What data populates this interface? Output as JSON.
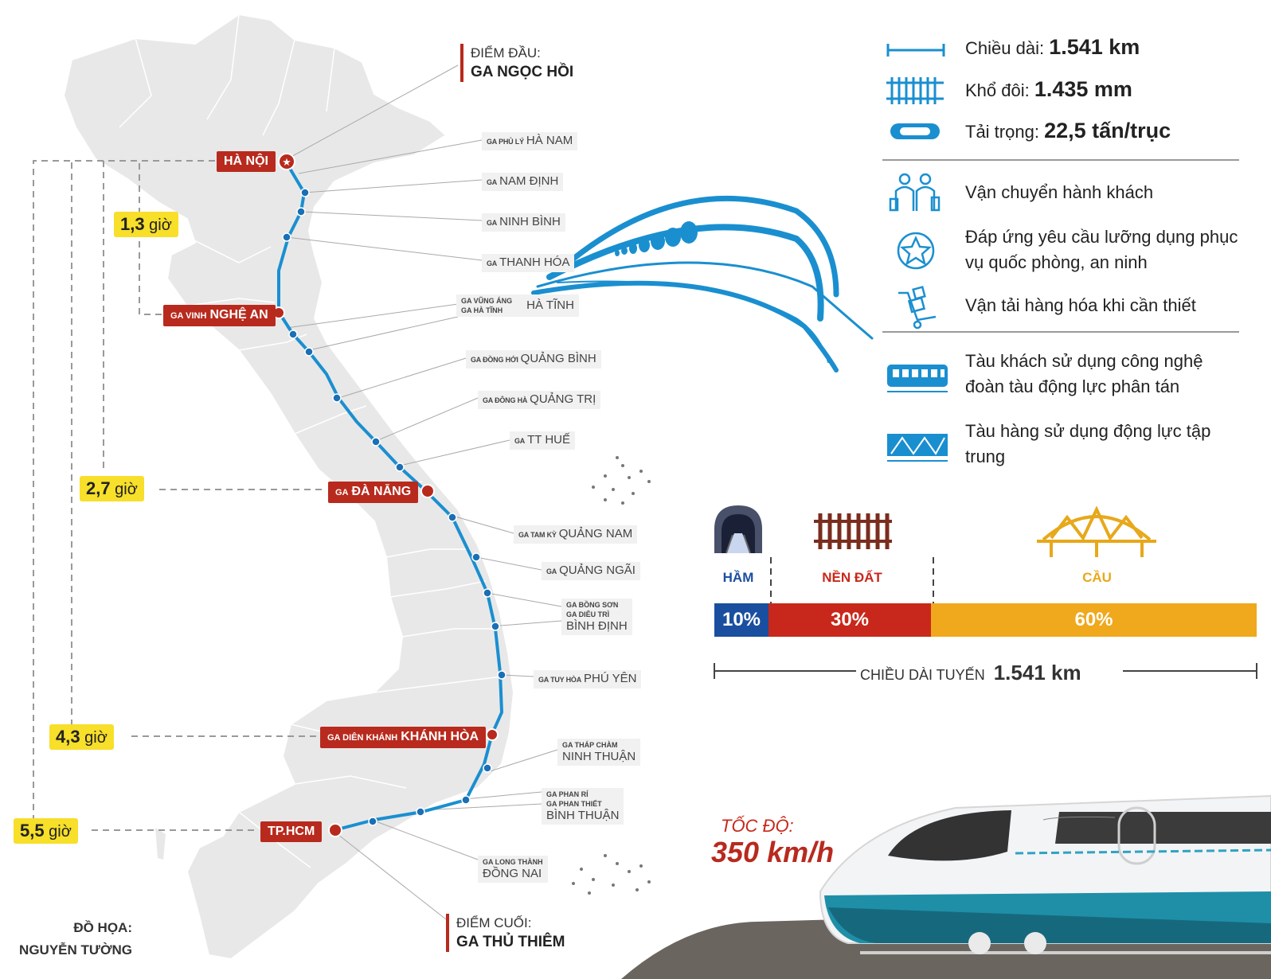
{
  "start_point": {
    "label": "ĐIỂM ĐẦU:",
    "station": "GA NGỌC HỒI"
  },
  "end_point": {
    "label": "ĐIỂM CUỐI:",
    "station": "GA THỦ THIÊM"
  },
  "credit": {
    "line1": "ĐỒ HỌA:",
    "line2": "NGUYỄN TƯỜNG"
  },
  "major_stations": [
    {
      "prefix": "",
      "name": "HÀ NỘI"
    },
    {
      "prefix": "GA VINH",
      "name": "NGHỆ AN"
    },
    {
      "prefix": "GA",
      "name": "ĐÀ NẴNG"
    },
    {
      "prefix": "GA DIÊN KHÁNH",
      "name": "KHÁNH HÒA"
    },
    {
      "prefix": "",
      "name": "TP.HCM"
    }
  ],
  "stations": [
    {
      "prefix": "GA PHỦ LÝ",
      "name": "HÀ NAM"
    },
    {
      "prefix": "GA",
      "name": "NAM ĐỊNH"
    },
    {
      "prefix": "GA",
      "name": "NINH BÌNH"
    },
    {
      "prefix": "GA",
      "name": "THANH HÓA"
    },
    {
      "prefix": "GA VŨNG ÁNG",
      "prefix2": "GA HÀ TĨNH",
      "name": "HÀ TĨNH"
    },
    {
      "prefix": "GA ĐỒNG HỚI",
      "name": "QUẢNG BÌNH"
    },
    {
      "prefix": "GA ĐÔNG HÀ",
      "name": "QUẢNG TRỊ"
    },
    {
      "prefix": "GA",
      "name": "TT HUẾ"
    },
    {
      "prefix": "GA TAM KỲ",
      "name": "QUẢNG NAM"
    },
    {
      "prefix": "GA",
      "name": "QUẢNG NGÃI"
    },
    {
      "prefix": "GA BỒNG SƠN",
      "prefix2": "GA DIÊU TRÌ",
      "name": "BÌNH ĐỊNH"
    },
    {
      "prefix": "GA TUY HÒA",
      "name": "PHÚ YÊN"
    },
    {
      "prefix": "GA THÁP CHÀM",
      "name": "NINH THUẬN"
    },
    {
      "prefix": "GA PHAN RÍ",
      "prefix2": "GA PHAN THIẾT",
      "name": "BÌNH THUẬN"
    },
    {
      "prefix": "GA LONG THÀNH",
      "name": "ĐỒNG NAI"
    }
  ],
  "travel_times": [
    {
      "value": "1,3",
      "unit": "giờ"
    },
    {
      "value": "2,7",
      "unit": "giờ"
    },
    {
      "value": "4,3",
      "unit": "giờ"
    },
    {
      "value": "5,5",
      "unit": "giờ"
    }
  ],
  "specs": [
    {
      "icon": "rail-length-icon",
      "label": "Chiều dài:",
      "value": "1.541 km"
    },
    {
      "icon": "track-gauge-icon",
      "label": "Khổ đôi:",
      "value": "1.435 mm"
    },
    {
      "icon": "axle-load-icon",
      "label": "Tải trọng:",
      "value": "22,5 tấn/trục"
    }
  ],
  "features": [
    {
      "icon": "passengers-icon",
      "text": "Vận chuyển hành khách"
    },
    {
      "icon": "star-shield-icon",
      "text": "Đáp ứng yêu cầu lưỡng dụng phục vụ quốc phòng, an ninh"
    },
    {
      "icon": "cargo-trolley-icon",
      "text": "Vận tải hàng hóa khi cần thiết"
    }
  ],
  "train_types": [
    {
      "icon": "passenger-car-icon",
      "text": "Tàu khách sử dụng công nghệ đoàn tàu động lực phân tán"
    },
    {
      "icon": "freight-car-icon",
      "text": "Tàu hàng sử dụng động lực tập trung"
    }
  ],
  "structure": {
    "segments": [
      {
        "label": "HẦM",
        "percent": 10,
        "display": "10%",
        "color": "#1a4fa0"
      },
      {
        "label": "NỀN ĐẤT",
        "percent": 30,
        "display": "30%",
        "color": "#c8281b"
      },
      {
        "label": "CẦU",
        "percent": 60,
        "display": "60%",
        "color": "#f0a81c"
      }
    ],
    "total_label": "CHIỀU DÀI TUYẾN",
    "total_value": "1.541 km"
  },
  "speed": {
    "label": "TỐC ĐỘ:",
    "value": "350 km/h"
  },
  "colors": {
    "route": "#1a8fd0",
    "tag_red": "#b82a1e",
    "time_yellow": "#f7df2a",
    "map_fill": "#e8e8e8"
  }
}
